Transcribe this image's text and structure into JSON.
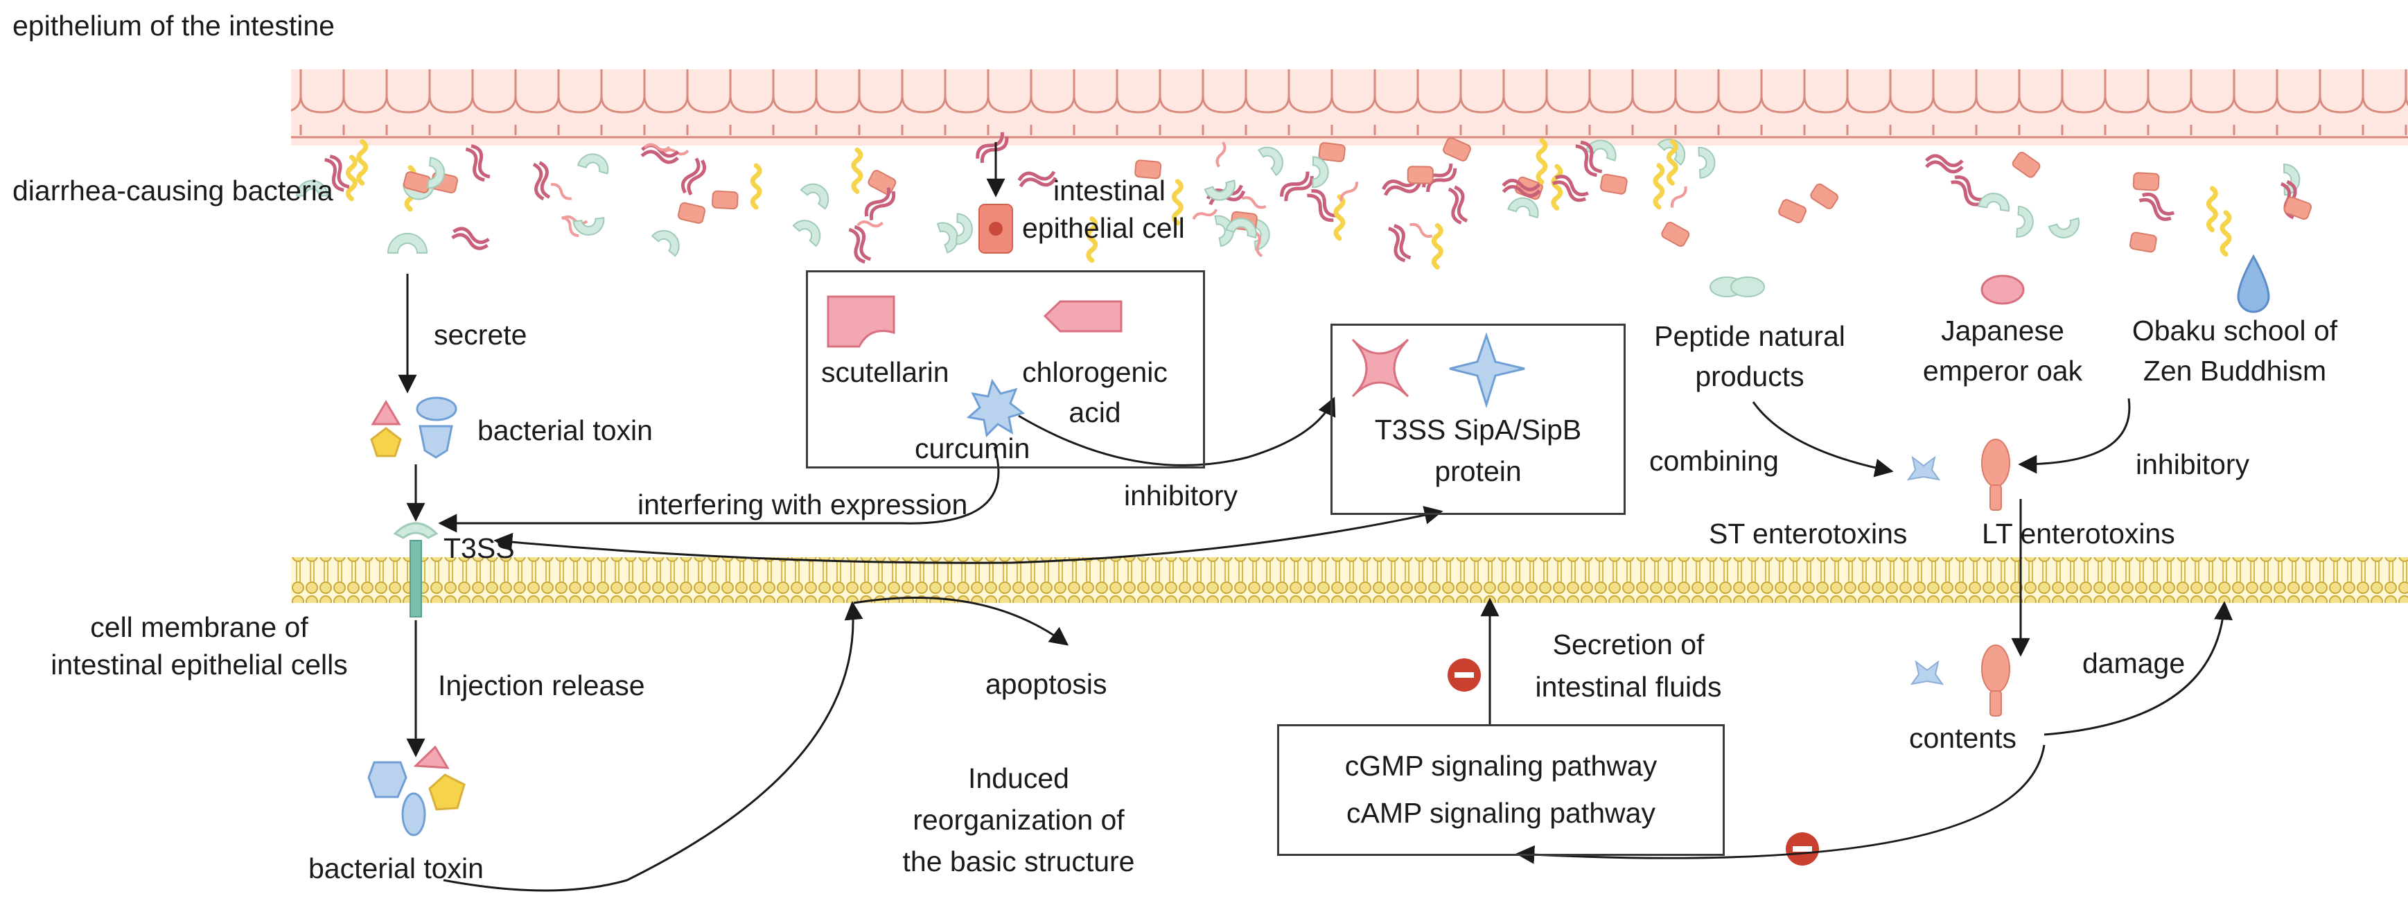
{
  "labels": {
    "epithelium": "epithelium of the intestine",
    "bacteria": "diarrhea-causing bacteria",
    "epithelial_cell_1": "intestinal",
    "epithelial_cell_2": "epithelial cell",
    "secrete": "secrete",
    "bacterial_toxin_top": "bacterial toxin",
    "t3ss": "T3SS",
    "cell_membrane_1": "cell membrane of",
    "cell_membrane_2": "intestinal epithelial cells",
    "injection_release": "Injection release",
    "bacterial_toxin_bottom": "bacterial toxin",
    "induced_1": "Induced",
    "induced_2": "reorganization of",
    "induced_3": "the basic structure",
    "apoptosis": "apoptosis",
    "interfering": "interfering with expression",
    "inhibitory_mid": "inhibitory",
    "scutellarin": "scutellarin",
    "chlorogenic_1": "chlorogenic",
    "chlorogenic_2": "acid",
    "curcumin": "curcumin",
    "sip_1": "T3SS SipA/SipB",
    "sip_2": "protein",
    "peptide_1": "Peptide natural",
    "peptide_2": "products",
    "japanese_1": "Japanese",
    "japanese_2": "emperor oak",
    "obaku_1": "Obaku school of",
    "obaku_2": "Zen Buddhism",
    "combining": "combining",
    "inhibitory_right": "inhibitory",
    "st": "ST enterotoxins",
    "lt": "LT enterotoxins",
    "secretion_1": "Secretion of",
    "secretion_2": "intestinal fluids",
    "contents": "contents",
    "damage": "damage",
    "cgmp": "cGMP signaling pathway",
    "camp": "cAMP signaling pathway"
  },
  "colors": {
    "pink": "#f2a7b1",
    "pink_stroke": "#d9707f",
    "red_band": "#c8607a",
    "salmon": "#f4a08f",
    "mint": "#cfe9de",
    "yellow": "#f5d34a",
    "blue": "#b9d3ef",
    "blue_stroke": "#6f9fd4",
    "membrane": "#f4e08a",
    "inhibit_red": "#c9402e"
  },
  "icons": [
    "intestinal-villi",
    "bacteria-cluster",
    "epithelial-cell-icon",
    "toxin-shapes-icon",
    "t3ss-channel-icon",
    "scutellarin-shape",
    "chlorogenic-shape",
    "curcumin-star",
    "sipa-star",
    "sipb-star",
    "peptide-icon",
    "oak-icon",
    "drop-icon",
    "st-enterotoxin-icon",
    "lt-enterotoxin-icon",
    "minus-icon"
  ]
}
